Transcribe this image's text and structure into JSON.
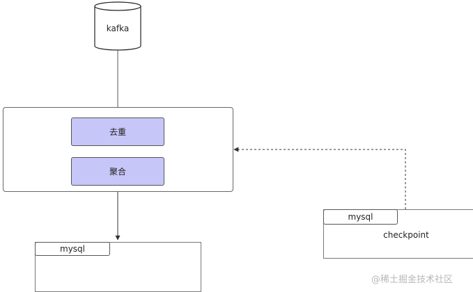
{
  "kafka": {
    "label": "kafka"
  },
  "processor": {
    "steps": [
      {
        "label": "去重"
      },
      {
        "label": "聚合"
      }
    ]
  },
  "sink": {
    "tag": "mysql"
  },
  "checkpoint_store": {
    "tag": "mysql",
    "label": "checkpoint"
  },
  "watermark": "@稀土掘金技术社区"
}
